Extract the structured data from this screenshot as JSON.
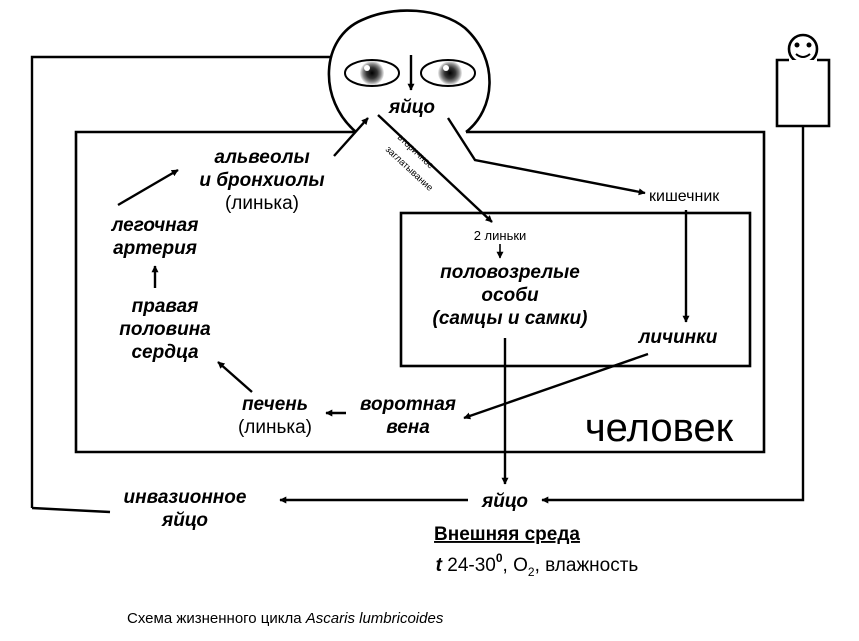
{
  "labels": {
    "egg_top": "яйцо",
    "alveoli_1": "альвеолы",
    "alveoli_2": "и бронхиолы",
    "alveoli_3": "(линька)",
    "secondary_1": "вторичное",
    "secondary_2": "заглатывание",
    "intestine": "кишечник",
    "molts2": "2 линьки",
    "adults_1": "половозрелые",
    "adults_2": "особи",
    "adults_3": "(самцы и самки)",
    "larvae": "личинки",
    "pulm_1": "легочная",
    "pulm_2": "артерия",
    "heart_1": "правая",
    "heart_2": "половина",
    "heart_3": "сердца",
    "liver_1": "печень",
    "liver_2": "(линька)",
    "portal_1": "воротная",
    "portal_2": "вена",
    "human": "человек",
    "invasive_1": "инвазионное",
    "invasive_2": "яйцо",
    "egg_bottom": "яйцо",
    "environment": "Внешняя среда",
    "conditions_t": "t",
    "conditions_temp": " 24-30",
    "conditions_deg": "0",
    "conditions_o": ", O",
    "conditions_sub": "2",
    "conditions_rest": ", влажность",
    "caption_plain": "Схема жизненного цикла ",
    "caption_italic": "Ascaris lumbricoides"
  }
}
